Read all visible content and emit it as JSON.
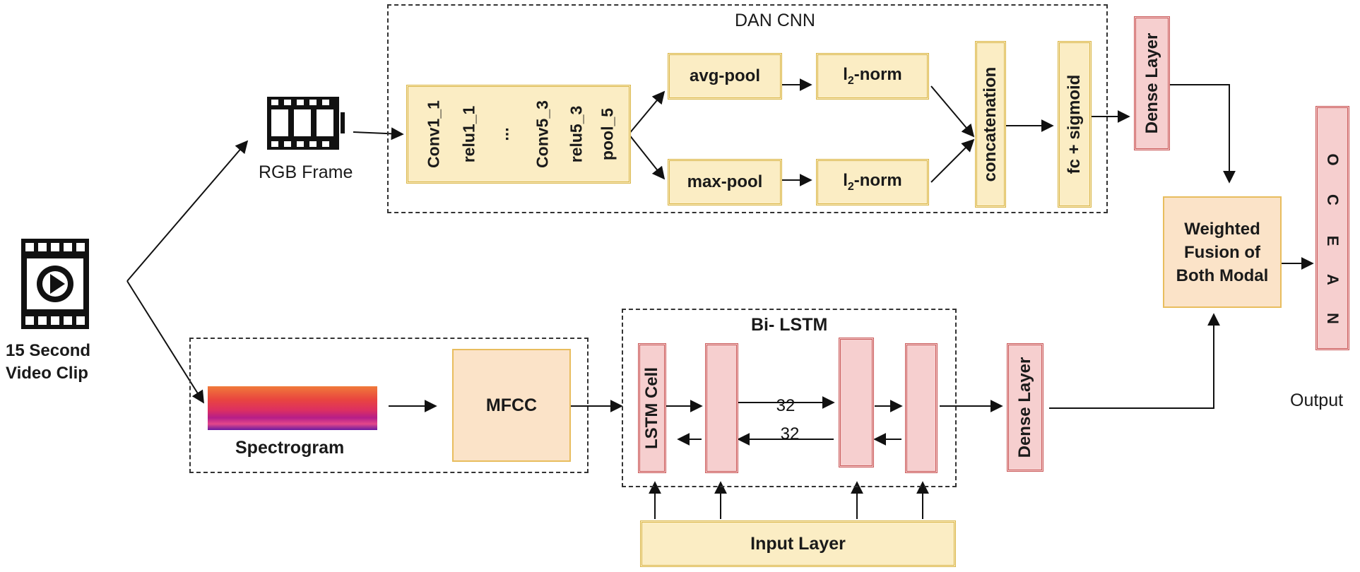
{
  "diagram": {
    "video_clip": {
      "label_line1": "15 Second",
      "label_line2": "Video Clip",
      "icon": "film-play-icon"
    },
    "rgb_frame": {
      "label": "RGB Frame",
      "icon": "film-strip-icon"
    },
    "dan_cnn": {
      "title": "DAN CNN",
      "conv_block": [
        "Conv1_1",
        "relu1_1",
        "...",
        "Conv5_3",
        "relu5_3",
        "pool_5"
      ],
      "avg_pool": "avg-pool",
      "max_pool": "max-pool",
      "l2norm_base": "l",
      "l2norm_sub": "2",
      "l2norm_suffix": "-norm",
      "concatenation": "concatenation",
      "fc_sigmoid": "fc + sigmoid"
    },
    "dense_top": "Dense Layer",
    "fusion": {
      "line1": "Weighted",
      "line2": "Fusion of",
      "line3": "Both Modal"
    },
    "output": {
      "label": "Output",
      "letters": [
        "O",
        "C",
        "E",
        "A",
        "N"
      ]
    },
    "audio": {
      "spectrogram": "Spectrogram",
      "mfcc": "MFCC"
    },
    "bilstm": {
      "title": "Bi- LSTM",
      "lstm_cell": "LSTM Cell",
      "fwd_units": "32",
      "bwd_units": "32"
    },
    "dense_bottom": "Dense Layer",
    "input_layer": "Input Layer",
    "colors": {
      "yellow_fill": "#fbedc4",
      "yellow_border": "#d9b64a",
      "pink_fill": "#f6cfcf",
      "pink_border": "#c95a5a",
      "orange_fill": "#fbe3c8"
    }
  }
}
